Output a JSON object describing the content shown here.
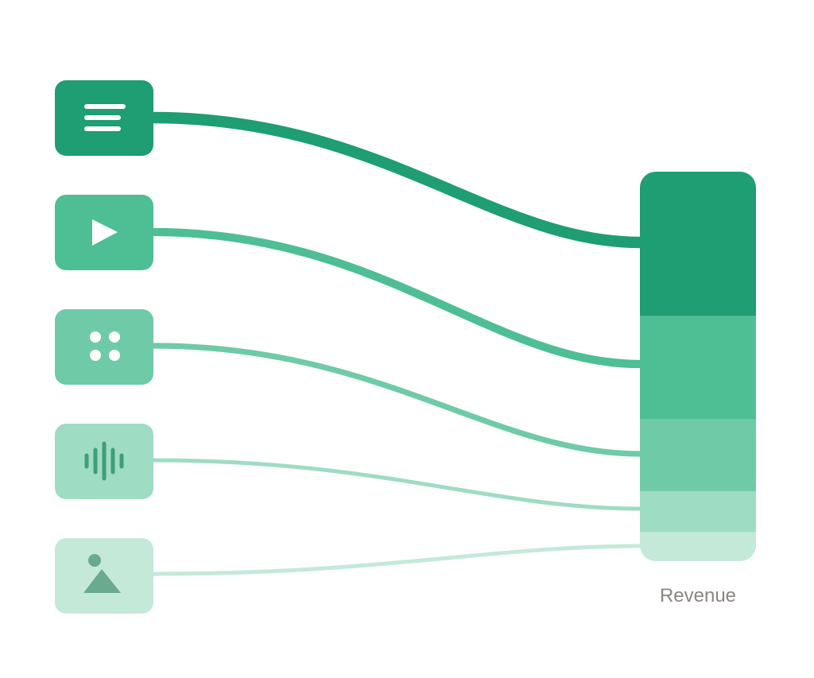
{
  "target": {
    "label": "Revenue",
    "label_color": "#8a877e"
  },
  "sources": [
    {
      "id": "text",
      "icon": "text-lines-icon",
      "color": "#1e9e72",
      "share": 0.37
    },
    {
      "id": "video",
      "icon": "play-icon",
      "color": "#4ebe95",
      "share": 0.265
    },
    {
      "id": "apps",
      "icon": "four-dots-icon",
      "color": "#6fcaa8",
      "share": 0.185
    },
    {
      "id": "audio",
      "icon": "sound-wave-icon",
      "color": "#9edcc3",
      "share": 0.105
    },
    {
      "id": "image",
      "icon": "image-icon",
      "color": "#c4e9d9",
      "share": 0.075
    }
  ]
}
